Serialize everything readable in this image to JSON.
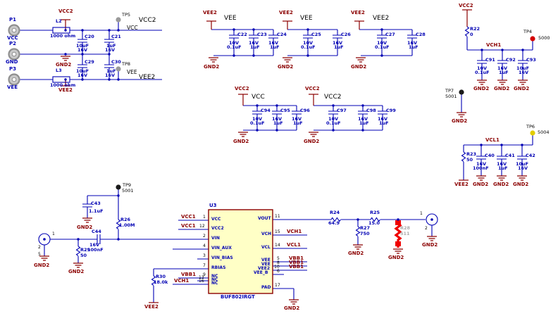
{
  "nets": {
    "gnd": "GND2",
    "vcc": "VCC",
    "vcc2": "VCC2",
    "vee": "VEE",
    "vee2": "VEE2",
    "vch1": "VCH1",
    "vcl1": "VCL1",
    "vbb1": "VBB1",
    "vcc1": "VCC1"
  },
  "inputs": {
    "p1": {
      "ref": "P1",
      "label": "VCC"
    },
    "p2": {
      "ref": "P2",
      "label": "GND"
    },
    "p3": {
      "ref": "P3",
      "label": "VEE"
    },
    "l2": {
      "ref": "L2",
      "val": "1000 ohm"
    },
    "l3": {
      "ref": "L3",
      "val": "1000 ohm"
    },
    "c20": {
      "ref": "C20",
      "v1": "10uF",
      "v2": "16V"
    },
    "c21": {
      "ref": "C21",
      "v1": "1uF",
      "v2": "16V"
    },
    "c29": {
      "ref": "C29",
      "v1": "10uF",
      "v2": "16V"
    },
    "c30": {
      "ref": "C30",
      "v1": "1uF",
      "v2": "16V"
    },
    "tp5": {
      "ref": "TP5"
    },
    "tp8": {
      "ref": "TP8"
    }
  },
  "banks": {
    "vee_a": {
      "caps": [
        {
          "ref": "C22",
          "v1": "10V",
          "v2": "0.1uF"
        },
        {
          "ref": "C23",
          "v1": "16V",
          "v2": "1uF"
        },
        {
          "ref": "C24",
          "v1": "16V",
          "v2": "1uF"
        }
      ]
    },
    "vee_b": {
      "caps": [
        {
          "ref": "C25",
          "v1": "10V",
          "v2": "0.1uF"
        },
        {
          "ref": "C26",
          "v1": "16V",
          "v2": "1uF"
        }
      ]
    },
    "vee2": {
      "caps": [
        {
          "ref": "C27",
          "v1": "10V",
          "v2": "0.1uF"
        },
        {
          "ref": "C28",
          "v1": "16V",
          "v2": "1uF"
        }
      ]
    },
    "vcc": {
      "caps": [
        {
          "ref": "C94",
          "v1": "10V",
          "v2": "0.1uF"
        },
        {
          "ref": "C95",
          "v1": "16V",
          "v2": "1uF"
        },
        {
          "ref": "C96",
          "v1": "16V",
          "v2": "1uF"
        }
      ]
    },
    "vcc2": {
      "caps": [
        {
          "ref": "C97",
          "v1": "10V",
          "v2": "0.1uF"
        },
        {
          "ref": "C98",
          "v1": "16V",
          "v2": "1uF"
        },
        {
          "ref": "C99",
          "v1": "16V",
          "v2": "1uF"
        }
      ]
    },
    "vch1": {
      "r22": {
        "ref": "R22",
        "val": "0"
      },
      "tp4": {
        "ref": "TP4",
        "val": "5000"
      },
      "caps": [
        {
          "ref": "C91",
          "v1": "10V",
          "v2": "0.1uF"
        },
        {
          "ref": "C92",
          "v1": "16V",
          "v2": "1uF"
        },
        {
          "ref": "C93",
          "v1": "10uF",
          "v2": "16V"
        }
      ]
    },
    "vcl1": {
      "r23": {
        "ref": "R23",
        "val": "50"
      },
      "tp6": {
        "ref": "TP6",
        "val": "5004"
      },
      "caps": [
        {
          "ref": "C40",
          "v1": "16V",
          "v2": "100nF"
        },
        {
          "ref": "C41",
          "v1": "16V",
          "v2": "1uF"
        },
        {
          "ref": "C42",
          "v1": "10uF",
          "v2": "16V"
        }
      ]
    }
  },
  "tp7": {
    "ref": "TP7",
    "val": "5001"
  },
  "input_chain": {
    "j1": {
      "pin1": "1",
      "pin2": "2",
      "pin5": "5"
    },
    "r29": {
      "ref": "R29",
      "val": "50"
    },
    "c44": {
      "ref": "C44",
      "v1": "16V",
      "v2": "100nF"
    },
    "c43": {
      "ref": "C43",
      "v1": "1.1uF"
    },
    "r26": {
      "ref": "R26",
      "val": "1.00M"
    },
    "tp9": {
      "ref": "TP9",
      "val": "5001"
    }
  },
  "ic": {
    "ref": "U3",
    "part": "BUF802IRGT",
    "left": [
      {
        "n": "1",
        "name": "VCC"
      },
      {
        "n": "12",
        "name": "VCC2"
      },
      {
        "n": "2",
        "name": "VIN"
      },
      {
        "n": "4",
        "name": "VIN_AUX"
      },
      {
        "n": "3",
        "name": "VIN_BIAS"
      },
      {
        "n": "7",
        "name": "RBIAS"
      },
      {
        "n": "9",
        "name": "NC"
      },
      {
        "n": "13",
        "name": "NC"
      },
      {
        "n": "16",
        "name": "NC"
      }
    ],
    "right": [
      {
        "n": "11",
        "name": "VOUT"
      },
      {
        "n": "15",
        "name": "VCH"
      },
      {
        "n": "14",
        "name": "VCL"
      },
      {
        "n": "5",
        "name": "VEE"
      },
      {
        "n": "8",
        "name": "VEE"
      },
      {
        "n": "10",
        "name": "VEE2"
      },
      {
        "n": "6",
        "name": "VEE_B"
      },
      {
        "n": "17",
        "name": "PAD"
      }
    ]
  },
  "r30": {
    "ref": "R30",
    "val": "18.0k"
  },
  "output_chain": {
    "r24": {
      "ref": "R24",
      "val": "64.9"
    },
    "r27": {
      "ref": "R27",
      "val": "750"
    },
    "r25": {
      "ref": "R25",
      "val": "15.0"
    },
    "r28": {
      "ref": "R28",
      "val": "511"
    },
    "j2": {
      "pin1": "1",
      "pin2": "2"
    }
  },
  "colors": {
    "wire": "#0000B4",
    "symbol": "#8B0000",
    "selected": "#F00000",
    "ic_fill": "#FFFFC6",
    "tp_red": "#D40000",
    "tp_yellow": "#E2CC00",
    "tp_black": "#1A1A1A",
    "tp_gray": "#9A9A9A"
  }
}
